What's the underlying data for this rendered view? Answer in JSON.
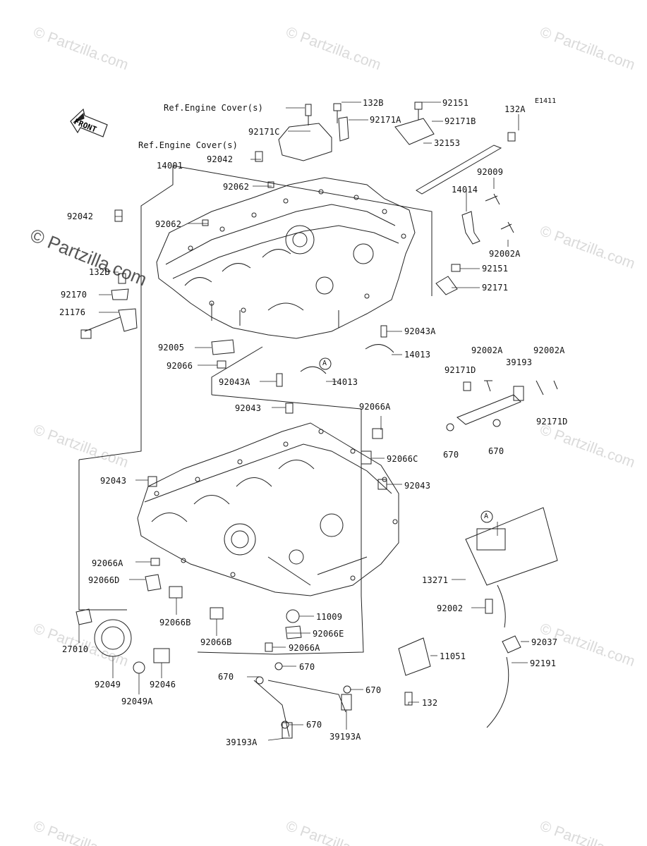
{
  "diagram": {
    "code": "E1411",
    "front_label": "FRONT",
    "ref_label_1": "Ref.Engine Cover(s)",
    "ref_label_2": "Ref.Engine Cover(s)"
  },
  "watermark": "© Partzilla.com",
  "parts": {
    "p132B_top": "132B",
    "p92151_top": "92151",
    "p132A": "132A",
    "p92171A": "92171A",
    "p92171B": "92171B",
    "p92171C": "92171C",
    "p32153": "32153",
    "p92042_top": "92042",
    "p14001": "14001",
    "p92009": "92009",
    "p92062_a": "92062",
    "p14014": "14014",
    "p92042_left": "92042",
    "p92062_b": "92062",
    "p92002A_right": "92002A",
    "p132B_left": "132B",
    "p92151_mid": "92151",
    "p92170": "92170",
    "p92171": "92171",
    "p21176": "21176",
    "p92043A_right": "92043A",
    "p92005": "92005",
    "p14013_right": "14013",
    "p92066": "92066",
    "p92002A_a": "92002A",
    "p92002A_b": "92002A",
    "p92171D_a": "92171D",
    "p39193": "39193",
    "p92043A_left": "92043A",
    "p14013_left": "14013",
    "p92043_top": "92043",
    "p92066A_top": "92066A",
    "p92171D_b": "92171D",
    "p670_a": "670",
    "p670_b": "670",
    "p92066C": "92066C",
    "p92043_left": "92043",
    "p92043_right": "92043",
    "p92066A_left": "92066A",
    "p92066D": "92066D",
    "p13271": "13271",
    "p11009": "11009",
    "p92002": "92002",
    "p92066B_a": "92066B",
    "p92066E": "92066E",
    "p92066B_b": "92066B",
    "p92066A_bot": "92066A",
    "p92037": "92037",
    "p27010": "27010",
    "p11051": "11051",
    "p92191": "92191",
    "p670_c": "670",
    "p670_d": "670",
    "p670_e": "670",
    "p92049": "92049",
    "p92046": "92046",
    "p92049A": "92049A",
    "p132_bot": "132",
    "p670_f": "670",
    "p39193A": "39193A",
    "p39193A_b": "39193A",
    "callout_A": "A"
  }
}
